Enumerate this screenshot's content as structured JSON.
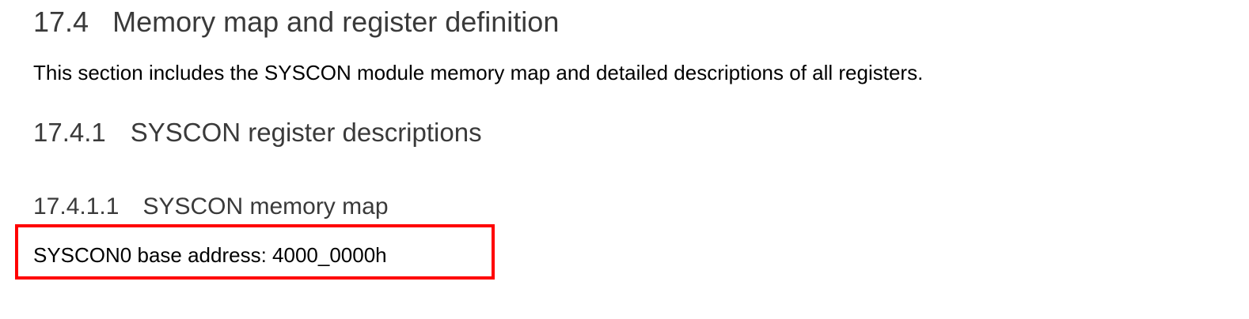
{
  "section": {
    "number": "17.4",
    "title": "Memory map and register definition",
    "intro": "This section includes the SYSCON module memory map and detailed descriptions of all registers."
  },
  "subsection": {
    "number": "17.4.1",
    "title": "SYSCON register descriptions"
  },
  "subsubsection": {
    "number": "17.4.1.1",
    "title": "SYSCON memory map"
  },
  "base_address_text": "SYSCON0 base address: 4000_0000h",
  "colors": {
    "heading": "#3a3a3a",
    "text": "#000000",
    "highlight": "#ff0000"
  }
}
